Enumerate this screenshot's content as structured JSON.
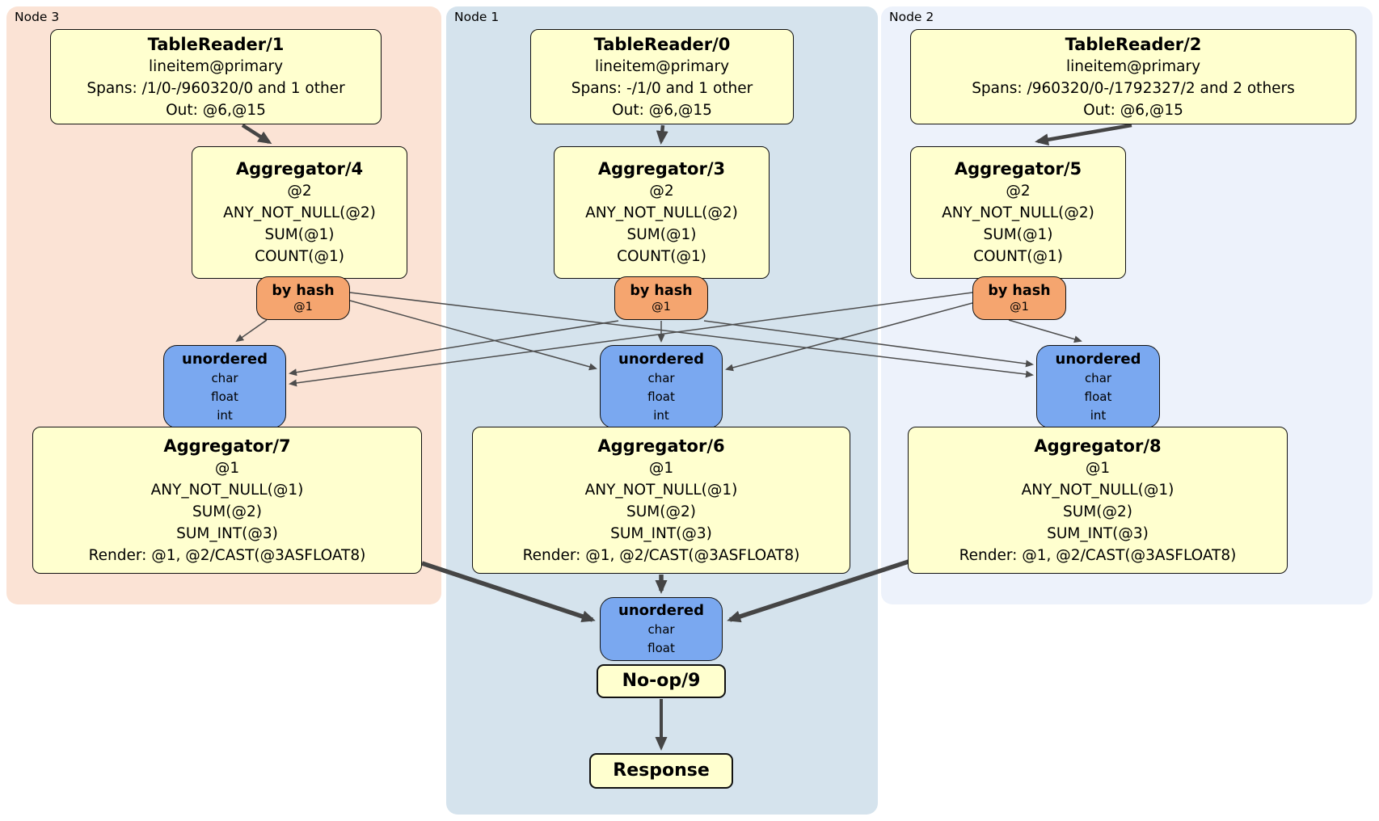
{
  "colors": {
    "node3_panel_bg": "#fbe3d5",
    "node1_panel_bg": "#d5e3ed",
    "node2_panel_bg": "#edf2fb",
    "operator_box_bg": "#ffffcf",
    "hash_router_bg": "#f5a56f",
    "sync_box_bg": "#7aa8f0",
    "edge_color": "#4d4d4d",
    "border_color": "#111111"
  },
  "nodes": [
    {
      "label": "Node 3",
      "table_reader": {
        "title": "TableReader/1",
        "lines": [
          "lineitem@primary",
          "Spans: /1/0-/960320/0 and 1 other",
          "Out: @6,@15"
        ]
      },
      "pre_aggregator": {
        "title": "Aggregator/4",
        "lines": [
          "@2",
          "ANY_NOT_NULL(@2)",
          "SUM(@1)",
          "COUNT(@1)"
        ]
      },
      "hash_router": {
        "title": "by hash",
        "lines": [
          "@1"
        ]
      },
      "sync": {
        "title": "unordered",
        "lines": [
          "char",
          "float",
          "int"
        ]
      },
      "final_aggregator": {
        "title": "Aggregator/7",
        "lines": [
          "@1",
          "ANY_NOT_NULL(@1)",
          "SUM(@2)",
          "SUM_INT(@3)",
          "Render: @1, @2/CAST(@3ASFLOAT8)"
        ]
      }
    },
    {
      "label": "Node 1",
      "table_reader": {
        "title": "TableReader/0",
        "lines": [
          "lineitem@primary",
          "Spans: -/1/0 and 1 other",
          "Out: @6,@15"
        ]
      },
      "pre_aggregator": {
        "title": "Aggregator/3",
        "lines": [
          "@2",
          "ANY_NOT_NULL(@2)",
          "SUM(@1)",
          "COUNT(@1)"
        ]
      },
      "hash_router": {
        "title": "by hash",
        "lines": [
          "@1"
        ]
      },
      "sync": {
        "title": "unordered",
        "lines": [
          "char",
          "float",
          "int"
        ]
      },
      "final_aggregator": {
        "title": "Aggregator/6",
        "lines": [
          "@1",
          "ANY_NOT_NULL(@1)",
          "SUM(@2)",
          "SUM_INT(@3)",
          "Render: @1, @2/CAST(@3ASFLOAT8)"
        ]
      }
    },
    {
      "label": "Node 2",
      "table_reader": {
        "title": "TableReader/2",
        "lines": [
          "lineitem@primary",
          "Spans: /960320/0-/1792327/2 and 2 others",
          "Out: @6,@15"
        ]
      },
      "pre_aggregator": {
        "title": "Aggregator/5",
        "lines": [
          "@2",
          "ANY_NOT_NULL(@2)",
          "SUM(@1)",
          "COUNT(@1)"
        ]
      },
      "hash_router": {
        "title": "by hash",
        "lines": [
          "@1"
        ]
      },
      "sync": {
        "title": "unordered",
        "lines": [
          "char",
          "float",
          "int"
        ]
      },
      "final_aggregator": {
        "title": "Aggregator/8",
        "lines": [
          "@1",
          "ANY_NOT_NULL(@1)",
          "SUM(@2)",
          "SUM_INT(@3)",
          "Render: @1, @2/CAST(@3ASFLOAT8)"
        ]
      }
    }
  ],
  "output_stage": {
    "sync": {
      "title": "unordered",
      "lines": [
        "char",
        "float"
      ]
    },
    "noop": {
      "title": "No-op/9"
    },
    "response": {
      "title": "Response"
    }
  }
}
